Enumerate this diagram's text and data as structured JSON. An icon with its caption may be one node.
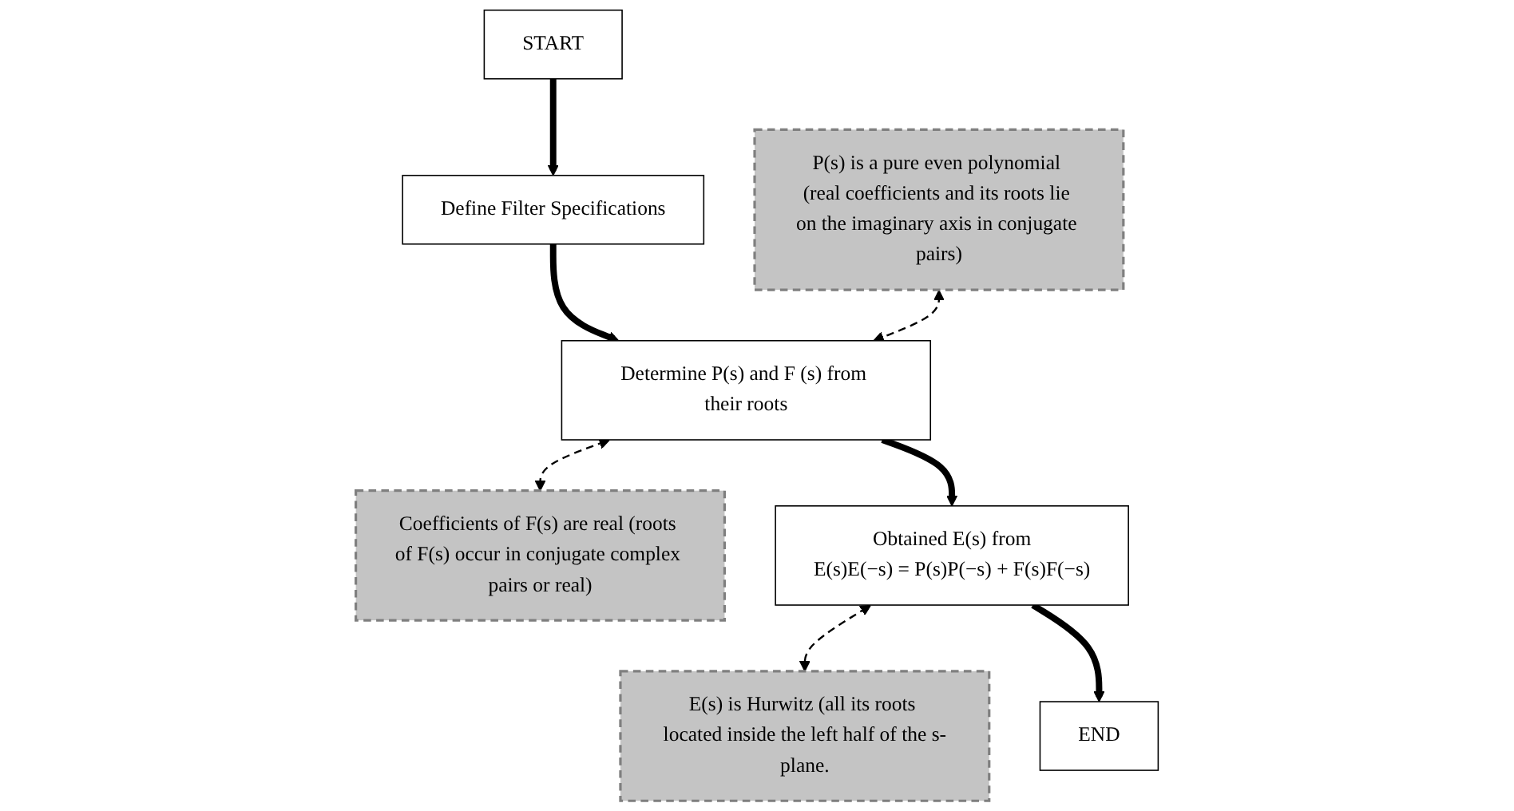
{
  "diagram": {
    "nodes": [
      {
        "text": [
          "START"
        ]
      },
      {
        "text": [
          "Define  Filter Specifications"
        ]
      },
      {
        "text": [
          "P(s) is a pure even polynomial (real coefficients and its roots lie on the imaginary axis in conjugate pairs)"
        ]
      },
      {
        "text": [
          "Determine P(s) and F (s) from their roots"
        ]
      },
      {
        "text": [
          "Coefficients of F(s) are real (roots of F(s) occur in conjugate complex pairs or real)"
        ]
      },
      {
        "text": [
          "Obtained E(s) from",
          "E(s)E(−s) = P(s)P(−s) + F(s)F(−s)"
        ]
      },
      {
        "text": [
          "E(s) is Hurwitz (all its roots located inside the left half of the s-plane."
        ]
      },
      {
        "text": [
          "END"
        ]
      }
    ],
    "edges": [
      {
        "from": 0,
        "to": 1,
        "arrow": "to"
      },
      {
        "from": 1,
        "to": 3,
        "arrow": "to"
      },
      {
        "from": 2,
        "to": 3,
        "arrow": "both",
        "style": "dashed"
      },
      {
        "from": 3,
        "to": 4,
        "arrow": "both",
        "style": "dashed"
      },
      {
        "from": 3,
        "to": 5,
        "arrow": "to"
      },
      {
        "from": 5,
        "to": 6,
        "arrow": "both",
        "style": "dashed"
      },
      {
        "from": 5,
        "to": 7,
        "arrow": "to"
      }
    ]
  }
}
